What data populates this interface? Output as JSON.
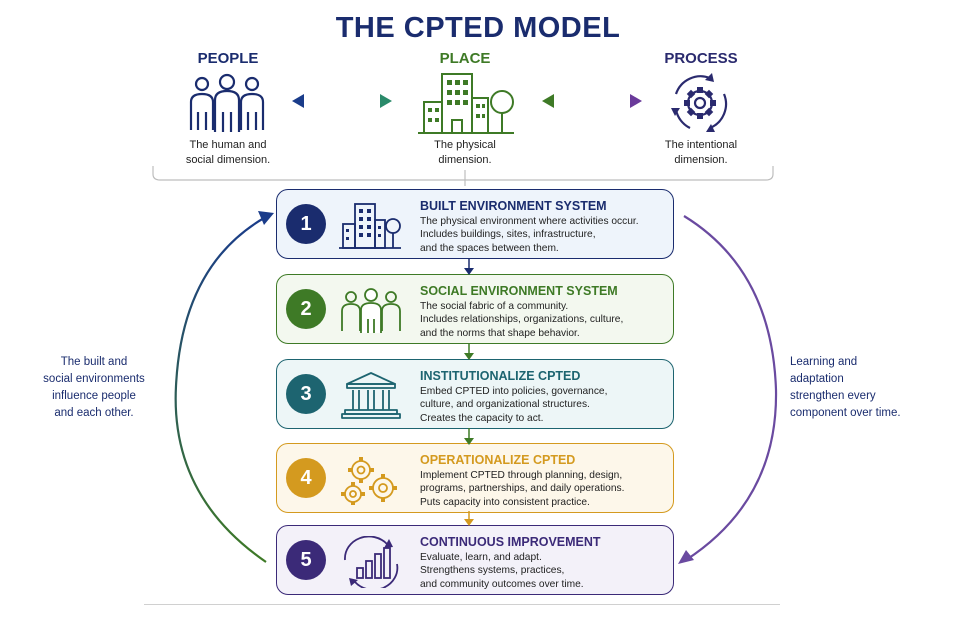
{
  "title": "THE CPTED MODEL",
  "columns": [
    {
      "heading": "PEOPLE",
      "lines": [
        "The human and",
        "social dimension."
      ],
      "color": "#1a2c6e",
      "icon": "people-icon"
    },
    {
      "heading": "PLACE",
      "lines": [
        "The physical",
        "dimension."
      ],
      "color": "#3e7a26",
      "icon": "buildings-icon"
    },
    {
      "heading": "PROCESS",
      "lines": [
        "The intentional",
        "dimension."
      ],
      "color": "#2a2a6e",
      "icon": "gear-cycle-icon"
    }
  ],
  "steps": [
    {
      "number": "1",
      "title": "BUILT ENVIRONMENT SYSTEM",
      "lines": [
        "The physical environment where activities occur.",
        "Includes buildings, sites, infrastructure,",
        "and the spaces between them."
      ],
      "color": "#1a2c6e",
      "bg": "#eef4fb",
      "icon": "city-icon"
    },
    {
      "number": "2",
      "title": "SOCIAL ENVIRONMENT SYSTEM",
      "lines": [
        "The social fabric of a community.",
        "Includes relationships, organizations, culture,",
        "and the norms that shape behavior."
      ],
      "color": "#3e7a26",
      "bg": "#f3f8ef",
      "icon": "community-icon"
    },
    {
      "number": "3",
      "title": "INSTITUTIONALIZE CPTED",
      "lines": [
        "Embed CPTED into policies, governance,",
        "culture, and organizational structures.",
        "Creates the capacity to act."
      ],
      "color": "#1d6470",
      "bg": "#edf6f7",
      "icon": "institution-icon"
    },
    {
      "number": "4",
      "title": "OPERATIONALIZE CPTED",
      "lines": [
        "Implement CPTED through planning, design,",
        "programs, partnerships, and daily operations.",
        "Puts capacity into consistent practice."
      ],
      "color": "#d49a1f",
      "bg": "#fdf7ea",
      "icon": "gears-icon"
    },
    {
      "number": "5",
      "title": "CONTINUOUS IMPROVEMENT",
      "lines": [
        "Evaluate, learn, and adapt.",
        "Strengthens systems, practices,",
        "and community outcomes over time."
      ],
      "color": "#3b2a78",
      "bg": "#f3f1f9",
      "icon": "improvement-chart-icon"
    }
  ],
  "left_note": [
    "The built and",
    "social environments",
    "influence people",
    "and each other."
  ],
  "right_note": [
    "Learning and",
    "adaptation",
    "strengthen every",
    "component over time."
  ]
}
